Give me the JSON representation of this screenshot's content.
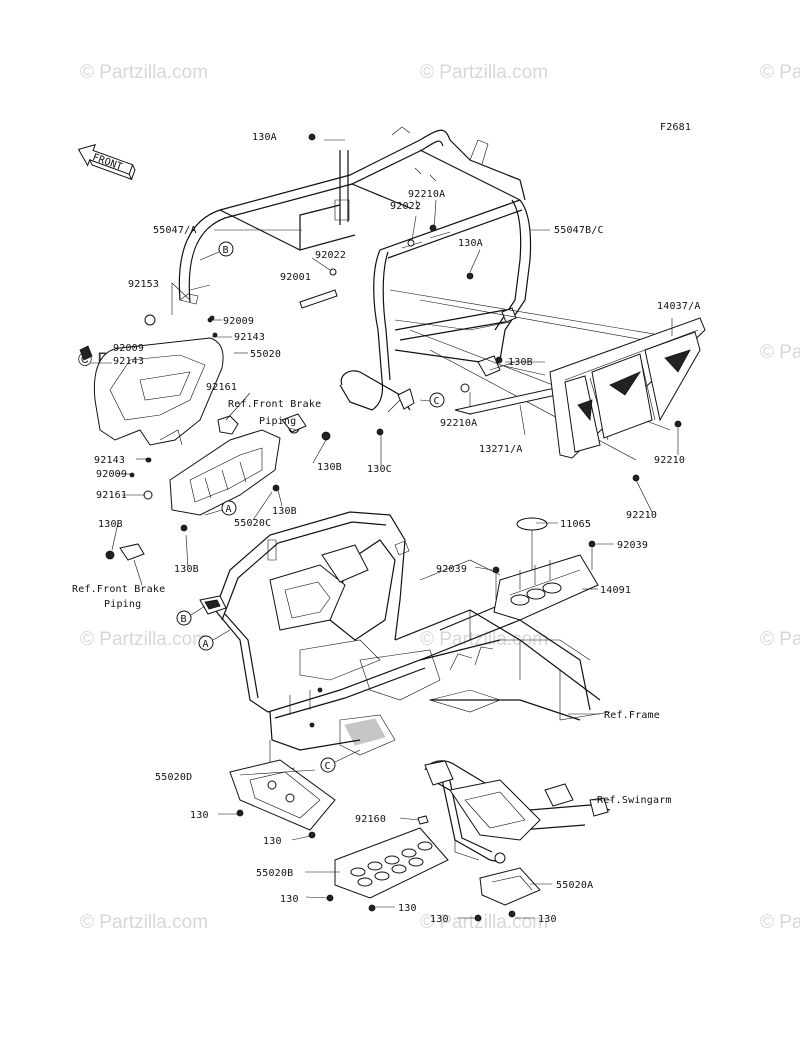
{
  "figure_id": "F2681",
  "front_label": "FRONT",
  "watermark": "© Partzilla.com",
  "callouts": [
    "A",
    "B",
    "C"
  ],
  "parts": {
    "p130A_top": "130A",
    "p130A_mid": "130A",
    "p55047A": "55047/A",
    "p55047BC": "55047B/C",
    "p92210A_top": "92210A",
    "p92022_top": "92022",
    "p92022_mid": "92022",
    "p92001": "92001",
    "p92153": "92153",
    "p92009_top": "92009",
    "p92143_top": "92143",
    "p92009_left": "92009",
    "p92143_left": "92143",
    "p55020": "55020",
    "p92161_top": "92161",
    "ref_brake_1": "Ref.Front Brake",
    "ref_brake_1b": "Piping",
    "p130B_right": "130B",
    "p130C": "130C",
    "p92210A_mid": "92210A",
    "p13271A": "13271/A",
    "p14037A": "14037/A",
    "p130B_cage": "130B",
    "p92210_a": "92210",
    "p92210_b": "92210",
    "p92143_low": "92143",
    "p92009_low": "92009",
    "p92161_low": "92161",
    "p130B_a": "130B",
    "p55020C": "55020C",
    "p130B_left": "130B",
    "p130B_low": "130B",
    "ref_brake_2": "Ref.Front Brake",
    "ref_brake_2b": "Piping",
    "p11065": "11065",
    "p92039_r": "92039",
    "p92039_l": "92039",
    "p14091": "14091",
    "ref_frame": "Ref.Frame",
    "p55020D": "55020D",
    "ref_swingarm": "Ref.Swingarm",
    "p130_a": "130",
    "p130_b": "130",
    "p92160": "92160",
    "p55020B": "55020B",
    "p130_c": "130",
    "p130_d": "130",
    "p55020A": "55020A",
    "p130_e": "130",
    "p130_f": "130"
  }
}
